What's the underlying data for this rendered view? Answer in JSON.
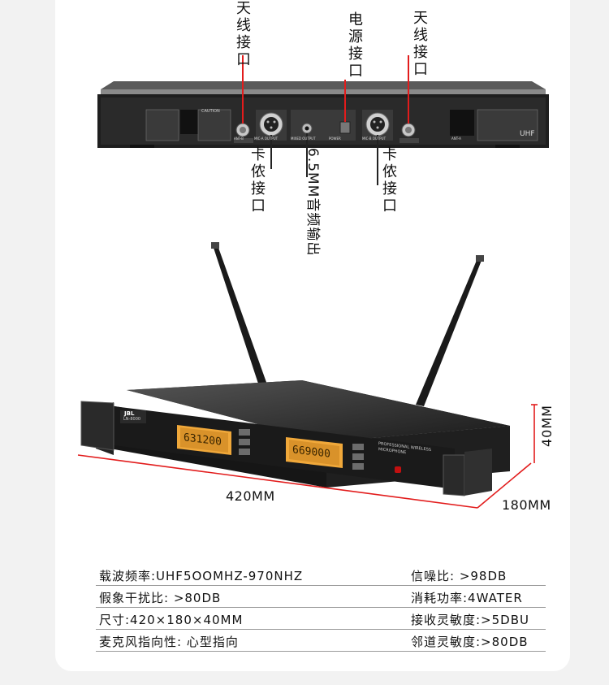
{
  "labels": {
    "antenna_left": [
      "天",
      "线",
      "接",
      "口"
    ],
    "power": [
      "电",
      "源",
      "接",
      "口"
    ],
    "antenna_right": [
      "天",
      "线",
      "接",
      "口"
    ],
    "xlr_left": [
      "卡",
      "侬",
      "接",
      "口"
    ],
    "audio_out": "6.5MM音频输出",
    "xlr_right": [
      "卡",
      "侬",
      "接",
      "口"
    ]
  },
  "rear_panel": {
    "caution": "CAUTION",
    "uhf": "UHF",
    "ant_b": "ANT-B",
    "ant_a": "ANT-A",
    "mic_a": "MIC-A OUTPUT",
    "mixed": "MIXED OUTPUT",
    "power": "POWER",
    "mic_b": "MIC-B OUTPUT"
  },
  "front_panel": {
    "brand": "JBL",
    "model": "LN-8000",
    "display_a": "631200",
    "display_b": "669000",
    "tagline": "PROFESSIONAL WIRELESS MICROPHONE"
  },
  "dimensions": {
    "width": "420MM",
    "depth": "180MM",
    "height": "40MM"
  },
  "specs": [
    {
      "left": "载波频率:UHF5OOMHZ-970NHZ",
      "right": "信噪比: >98DB"
    },
    {
      "left": "假象干扰比: >80DB",
      "right": "消耗功率:4WATER"
    },
    {
      "left": "尺寸:420×180×40MM",
      "right": "接收灵敏度:>5DBU"
    },
    {
      "left": "麦克风指向性:  心型指向",
      "right": "邻道灵敏度:>80DB"
    }
  ],
  "colors": {
    "annotation_red": "#e21c1c",
    "device_body": "#2a2a2a",
    "lcd": "#f0a83a"
  }
}
